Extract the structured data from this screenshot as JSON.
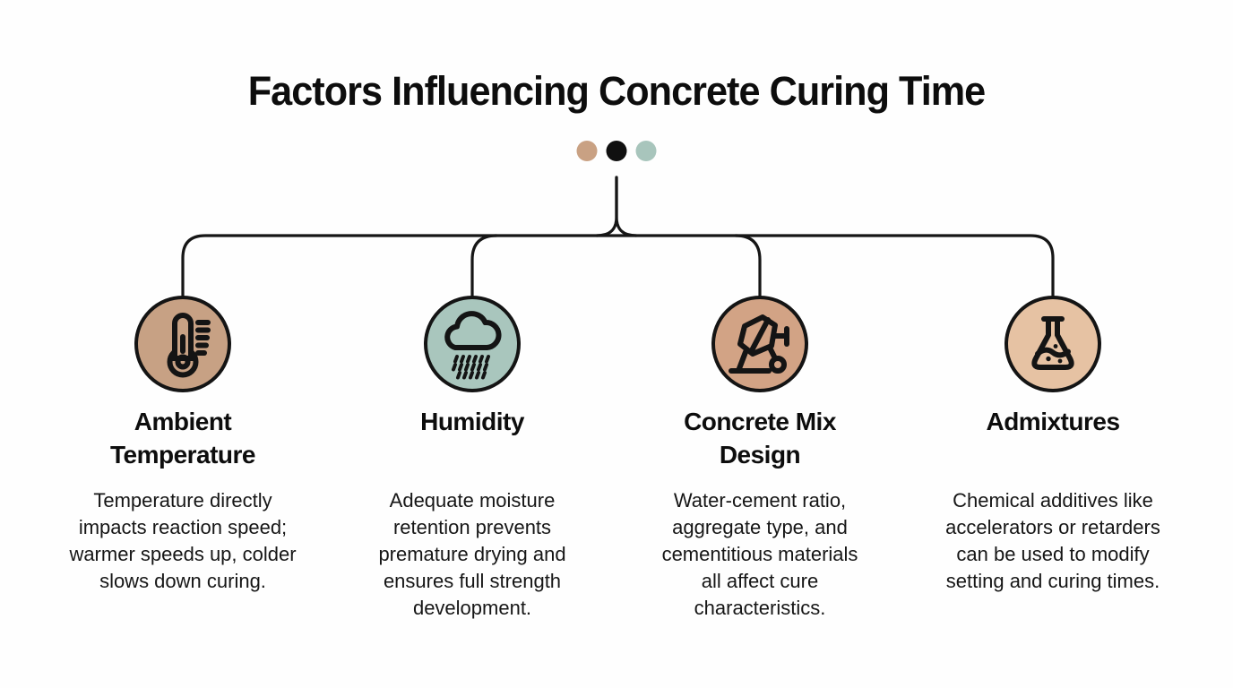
{
  "title": "Factors Influencing Concrete Curing Time",
  "dots": [
    {
      "name": "tan-dot",
      "color": "#c9a183"
    },
    {
      "name": "black-dot",
      "color": "#101010"
    },
    {
      "name": "teal-dot",
      "color": "#a8c5bc"
    }
  ],
  "connector_color": "#161616",
  "factors": [
    {
      "title_lines": [
        "Ambient",
        "Temperature"
      ],
      "description_lines": [
        "Temperature directly",
        "impacts reaction speed;",
        "warmer speeds up, colder",
        "slows down curing."
      ],
      "icon": "thermometer-icon",
      "circle_color": "#c7a184"
    },
    {
      "title_lines": [
        "Humidity"
      ],
      "description_lines": [
        "Adequate moisture",
        "retention prevents",
        "premature drying and",
        "ensures full strength",
        "development."
      ],
      "icon": "rain-cloud-icon",
      "circle_color": "#a9c6bd"
    },
    {
      "title_lines": [
        "Concrete Mix",
        "Design"
      ],
      "description_lines": [
        "Water-cement ratio,",
        "aggregate type, and",
        "cementitious materials",
        "all affect cure",
        "characteristics."
      ],
      "icon": "concrete-mixer-icon",
      "circle_color": "#d2a385"
    },
    {
      "title_lines": [
        "Admixtures"
      ],
      "description_lines": [
        "Chemical additives like",
        "accelerators or retarders",
        "can be used to modify",
        "setting and curing times."
      ],
      "icon": "flask-icon",
      "circle_color": "#e6c2a3"
    }
  ]
}
